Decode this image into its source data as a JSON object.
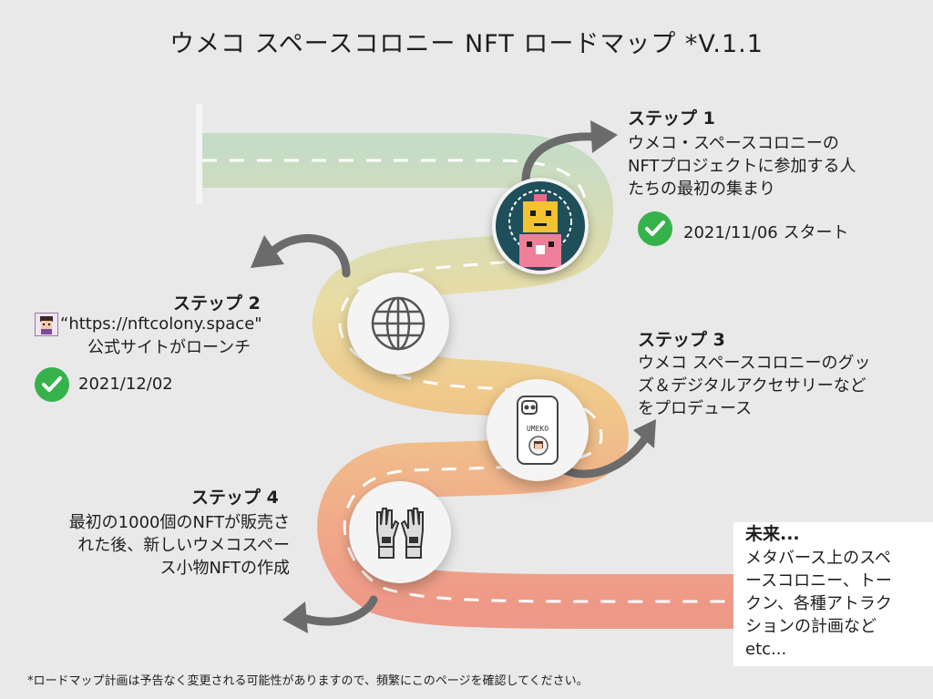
{
  "title": "ウメコ スペースコロニー NFT ロードマップ *V.1.1",
  "step1": {
    "heading": "ステップ 1",
    "lines": [
      "ウメコ・スペースコロニーの",
      "NFTプロジェクトに参加する人",
      "たちの最初の集まり"
    ],
    "date": "2021/11/06 スタート"
  },
  "step2": {
    "heading": "ステップ 2",
    "lines": [
      "“https://nftcolony.space\"",
      "公式サイトがローンチ"
    ],
    "date": "2021/12/02"
  },
  "step3": {
    "heading": "ステップ 3",
    "lines": [
      "ウメコ スペースコロニーのグッ",
      "ズ＆デジタルアクセサリーなど",
      "をプロデュース"
    ]
  },
  "step4": {
    "heading": "ステップ 4",
    "lines": [
      "最初の1000個のNFTが販売さ",
      "れた後、新しいウメコスペー",
      "ス小物NFTの作成"
    ]
  },
  "future": {
    "heading": "未来...",
    "lines": [
      "メタバース上のスペ",
      "ースコロニー、トー",
      "クン、各種アトラク",
      "ションの計画など",
      "etc..."
    ]
  },
  "case_label": "UMEKO",
  "footnote": "*ロードマップ計画は予告なく変更される可能性がありますので、頻繁にこのページを確認してください。",
  "icons": [
    "astronaut-avatar-icon",
    "globe-icon",
    "phone-case-icon",
    "gloves-icon",
    "check-icon",
    "curved-arrow-icon",
    "avatar-icon"
  ],
  "colors": {
    "road_top": "#c5dcc7",
    "road_mid": "#edcf8e",
    "road_bottom": "#ee9987",
    "check": "#36b24a",
    "arrow": "#6b6b6b",
    "badge_bg": "#1f4f5a"
  }
}
